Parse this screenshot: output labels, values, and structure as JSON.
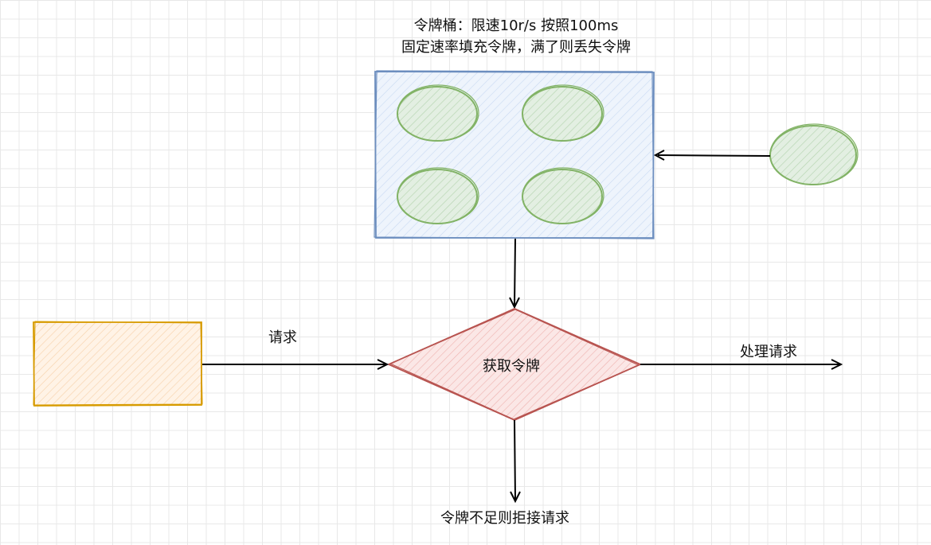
{
  "bucket": {
    "title_line1": "令牌桶：限速10r/s 按照100ms",
    "title_line2": "固定速率填充令牌，满了则丢失令牌"
  },
  "labels": {
    "request": "请求",
    "acquire_token": "获取令牌",
    "process_request": "处理请求",
    "reject_request": "令牌不足则拒接请求"
  },
  "colors": {
    "bucket_stroke": "#6c8ebf",
    "bucket_fill": "#dae8fc",
    "token_stroke": "#82b366",
    "token_fill": "#d5e8d4",
    "decision_stroke": "#b85450",
    "decision_fill": "#f8cecc",
    "source_stroke": "#d79b00",
    "source_fill": "#ffe6cc",
    "arrow": "#000000"
  }
}
